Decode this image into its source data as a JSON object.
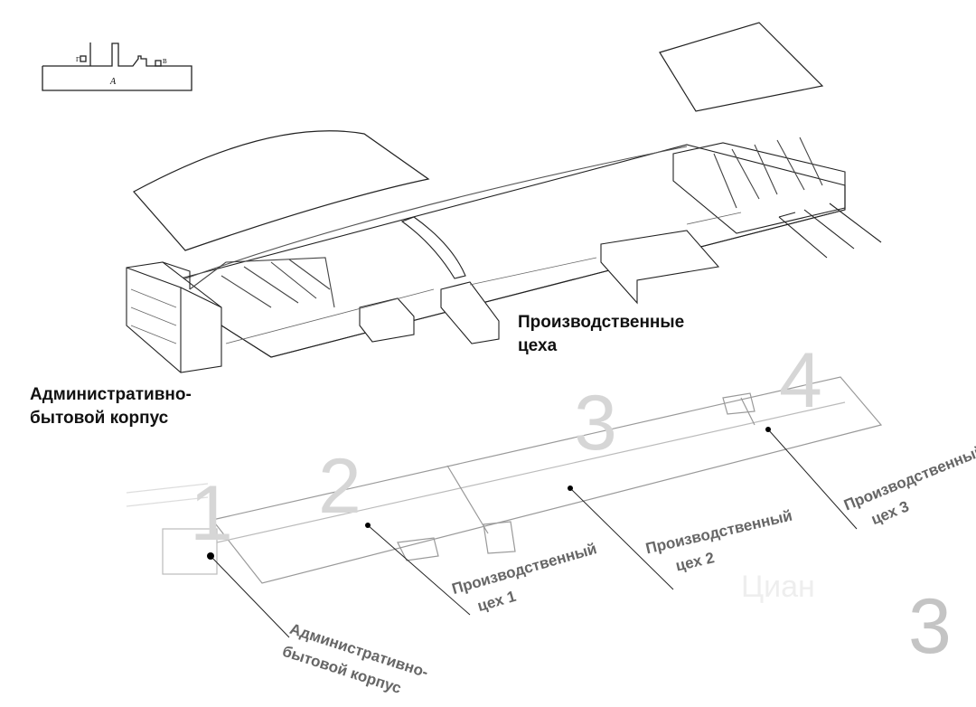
{
  "inset": {
    "main_letter": "А",
    "left_letter": "Г",
    "right_letter": "В"
  },
  "labels": {
    "production_title": [
      "Производственные",
      "цеха"
    ],
    "admin_title": [
      "Административно-",
      "бытовой корпус"
    ]
  },
  "plan_labels": [
    {
      "line1": "Административно-",
      "line2": "бытовой корпус"
    },
    {
      "line1": "Производственный",
      "line2": "цех 1"
    },
    {
      "line1": "Производственный",
      "line2": "цех 2"
    },
    {
      "line1": "Производственный",
      "line2": "цех 3"
    }
  ],
  "zone_numbers": [
    "1",
    "2",
    "3",
    "4"
  ],
  "page_number": "3",
  "watermark": "Циан"
}
